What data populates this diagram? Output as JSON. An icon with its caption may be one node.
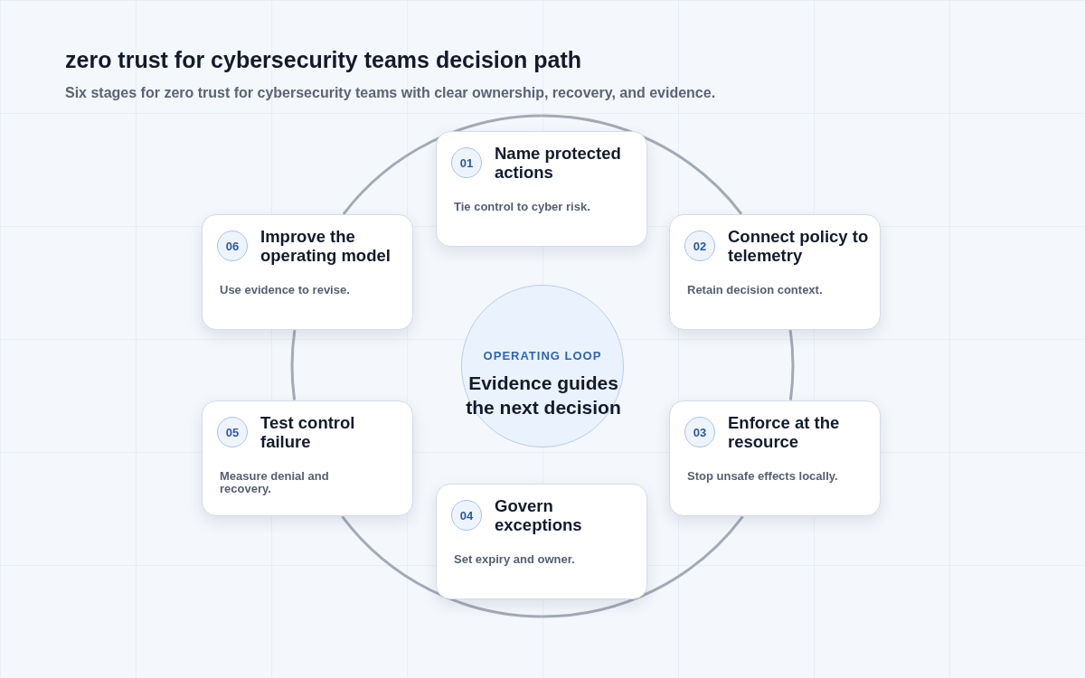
{
  "diagram": {
    "title": "zero trust for cybersecurity teams decision path",
    "caption": "Six stages for zero trust for cybersecurity teams with clear ownership, recovery, and evidence.",
    "nodes": [
      {
        "text": [
          "01",
          "Name protected actions",
          "Tie control to cyber risk."
        ]
      },
      {
        "text": [
          "02",
          "Connect policy to telemetry",
          "Retain decision context."
        ]
      },
      {
        "text": [
          "03",
          "Enforce at the resource",
          "Stop unsafe effects locally."
        ]
      },
      {
        "text": [
          "04",
          "Govern exceptions",
          "Set expiry and owner."
        ]
      },
      {
        "text": [
          "05",
          "Test control failure",
          "Measure denial and recovery."
        ]
      },
      {
        "text": [
          "06",
          "Improve the operating model",
          "Use evidence to revise."
        ]
      },
      {
        "text": [
          "OPERATING LOOP",
          "Evidence guides the next decision"
        ]
      }
    ],
    "edges": [
      {
        "from": 0,
        "to": 1,
        "arrow": "none"
      },
      {
        "from": 1,
        "to": 2,
        "arrow": "none"
      },
      {
        "from": 2,
        "to": 3,
        "arrow": "none"
      },
      {
        "from": 3,
        "to": 4,
        "arrow": "none"
      },
      {
        "from": 4,
        "to": 5,
        "arrow": "none"
      },
      {
        "from": 5,
        "to": 0,
        "arrow": "none"
      }
    ]
  }
}
